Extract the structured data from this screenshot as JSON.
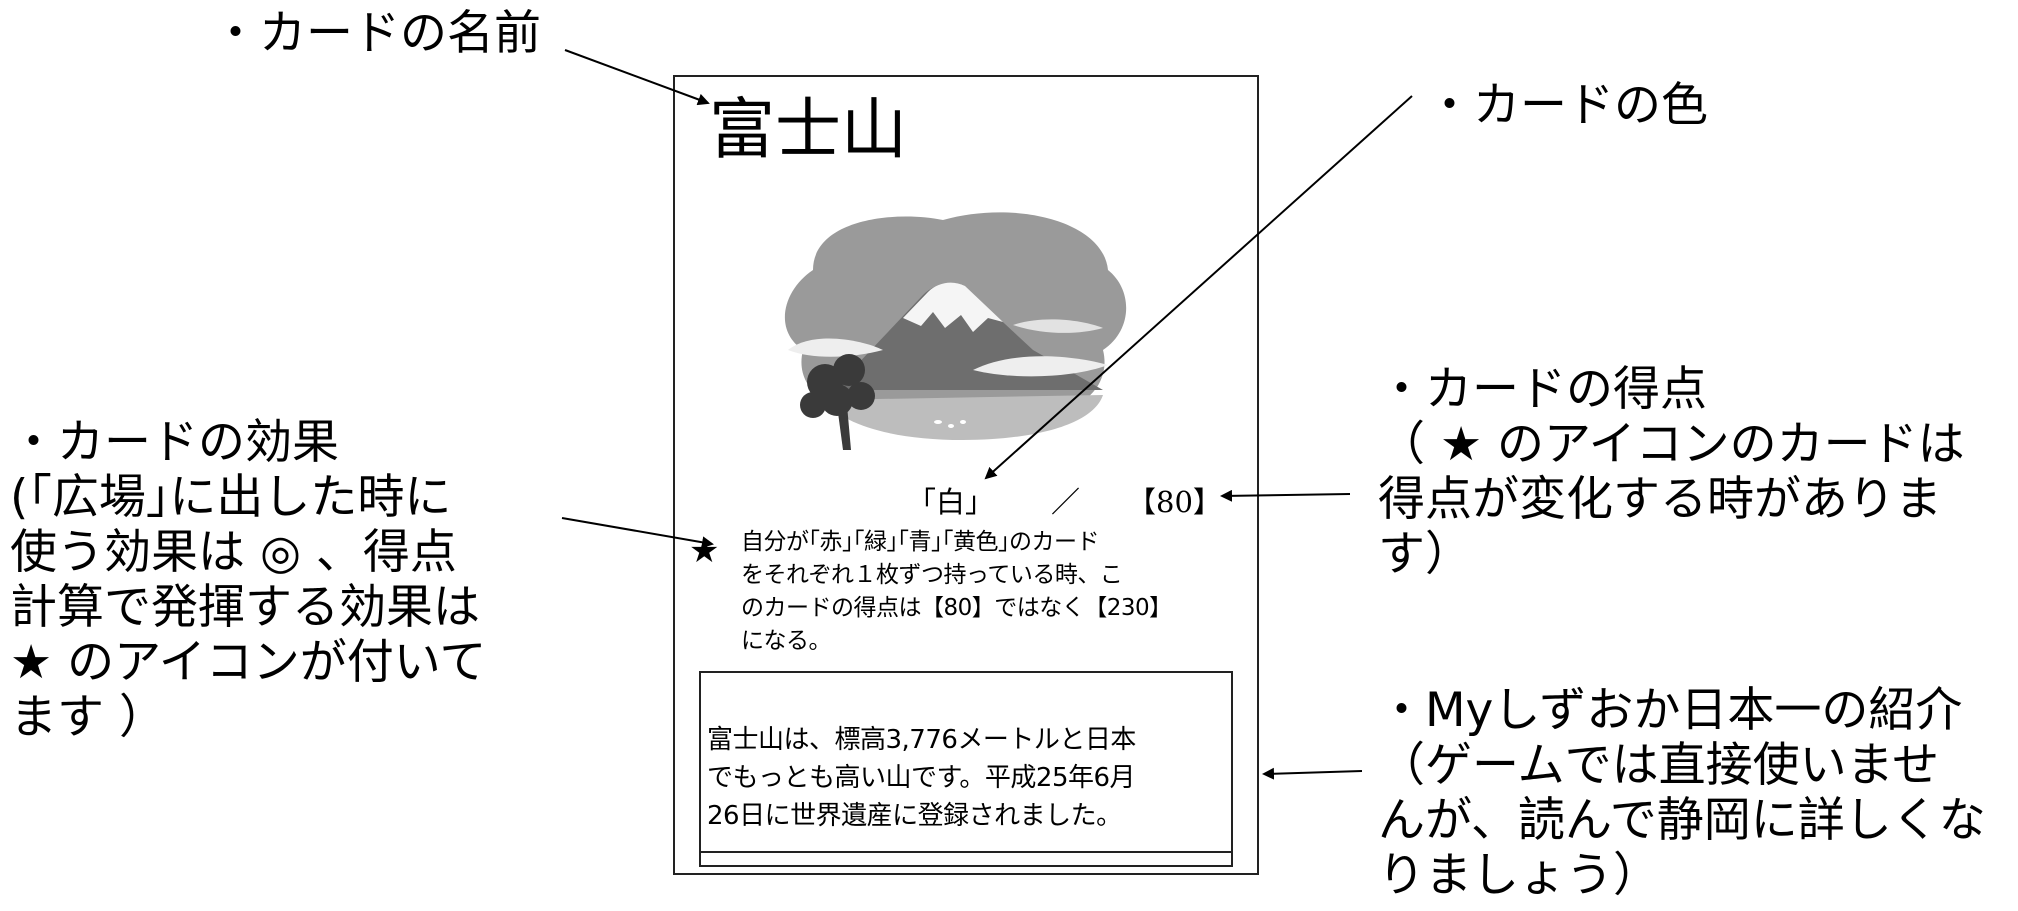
{
  "annotations": {
    "name": "・カードの名前",
    "color": "・カードの色",
    "score": [
      "・カードの得点",
      "（ ★ のアイコンのカードは",
      "得点が変化する時がありま",
      "す）"
    ],
    "effect": [
      "・カードの効果",
      "(｢広場｣に出した時に",
      "使う効果は ◎ 、得点",
      "計算で発揮する効果は",
      "★ のアイコンが付いて",
      "ます ）"
    ],
    "intro": [
      "・Myしずおか日本一の紹介",
      "（ゲームでは直接使いませ",
      "んが、読んで静岡に詳しくな",
      "りましょう）"
    ]
  },
  "card": {
    "name": "富士山",
    "color_label": "「白」",
    "separator": "／",
    "score": "【80】",
    "effect_icon": "★",
    "effect_lines": [
      "自分が｢赤｣｢緑｣｢青｣｢黄色｣のカード",
      "をそれぞれ１枚ずつ持っている時、こ",
      "のカードの得点は【80】ではなく【230】",
      "になる。"
    ],
    "intro_lines": [
      "富士山は、標高3,776メートルと日本",
      "でもっとも高い山です。平成25年6月",
      "26日に世界遺産に登録されました。"
    ]
  }
}
